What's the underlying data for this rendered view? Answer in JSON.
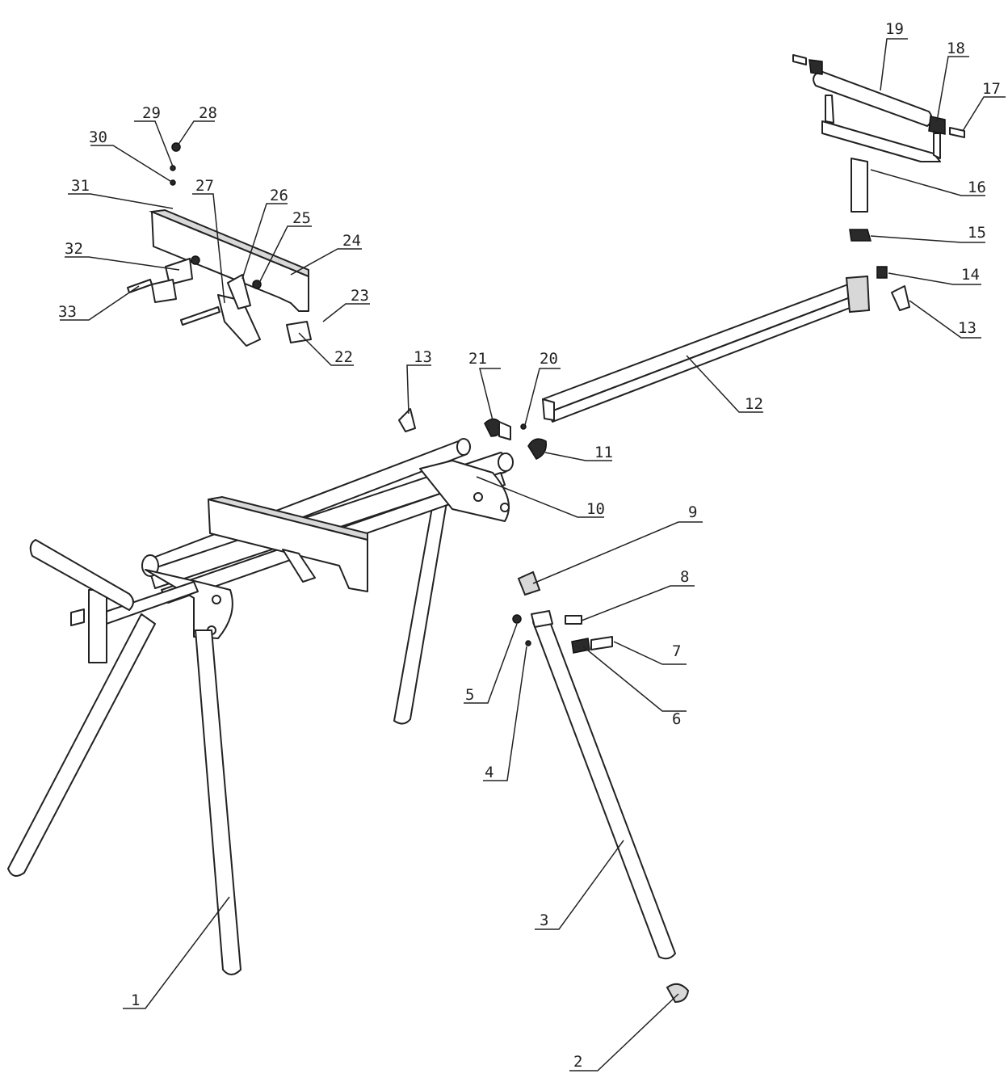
{
  "callouts": [
    {
      "id": "1",
      "text": "1"
    },
    {
      "id": "2",
      "text": "2"
    },
    {
      "id": "3",
      "text": "3"
    },
    {
      "id": "4",
      "text": "4"
    },
    {
      "id": "5",
      "text": "5"
    },
    {
      "id": "6",
      "text": "6"
    },
    {
      "id": "7",
      "text": "7"
    },
    {
      "id": "8",
      "text": "8"
    },
    {
      "id": "9",
      "text": "9"
    },
    {
      "id": "10",
      "text": "10"
    },
    {
      "id": "11",
      "text": "11"
    },
    {
      "id": "12",
      "text": "12"
    },
    {
      "id": "13a",
      "text": "13"
    },
    {
      "id": "13b",
      "text": "13"
    },
    {
      "id": "14",
      "text": "14"
    },
    {
      "id": "15",
      "text": "15"
    },
    {
      "id": "16",
      "text": "16"
    },
    {
      "id": "17",
      "text": "17"
    },
    {
      "id": "18",
      "text": "18"
    },
    {
      "id": "19",
      "text": "19"
    },
    {
      "id": "20",
      "text": "20"
    },
    {
      "id": "21",
      "text": "21"
    },
    {
      "id": "22",
      "text": "22"
    },
    {
      "id": "23",
      "text": "23"
    },
    {
      "id": "24",
      "text": "24"
    },
    {
      "id": "25",
      "text": "25"
    },
    {
      "id": "26",
      "text": "26"
    },
    {
      "id": "27",
      "text": "27"
    },
    {
      "id": "28",
      "text": "28"
    },
    {
      "id": "29",
      "text": "29"
    },
    {
      "id": "30",
      "text": "30"
    },
    {
      "id": "31",
      "text": "31"
    },
    {
      "id": "32",
      "text": "32"
    },
    {
      "id": "33",
      "text": "33"
    }
  ]
}
